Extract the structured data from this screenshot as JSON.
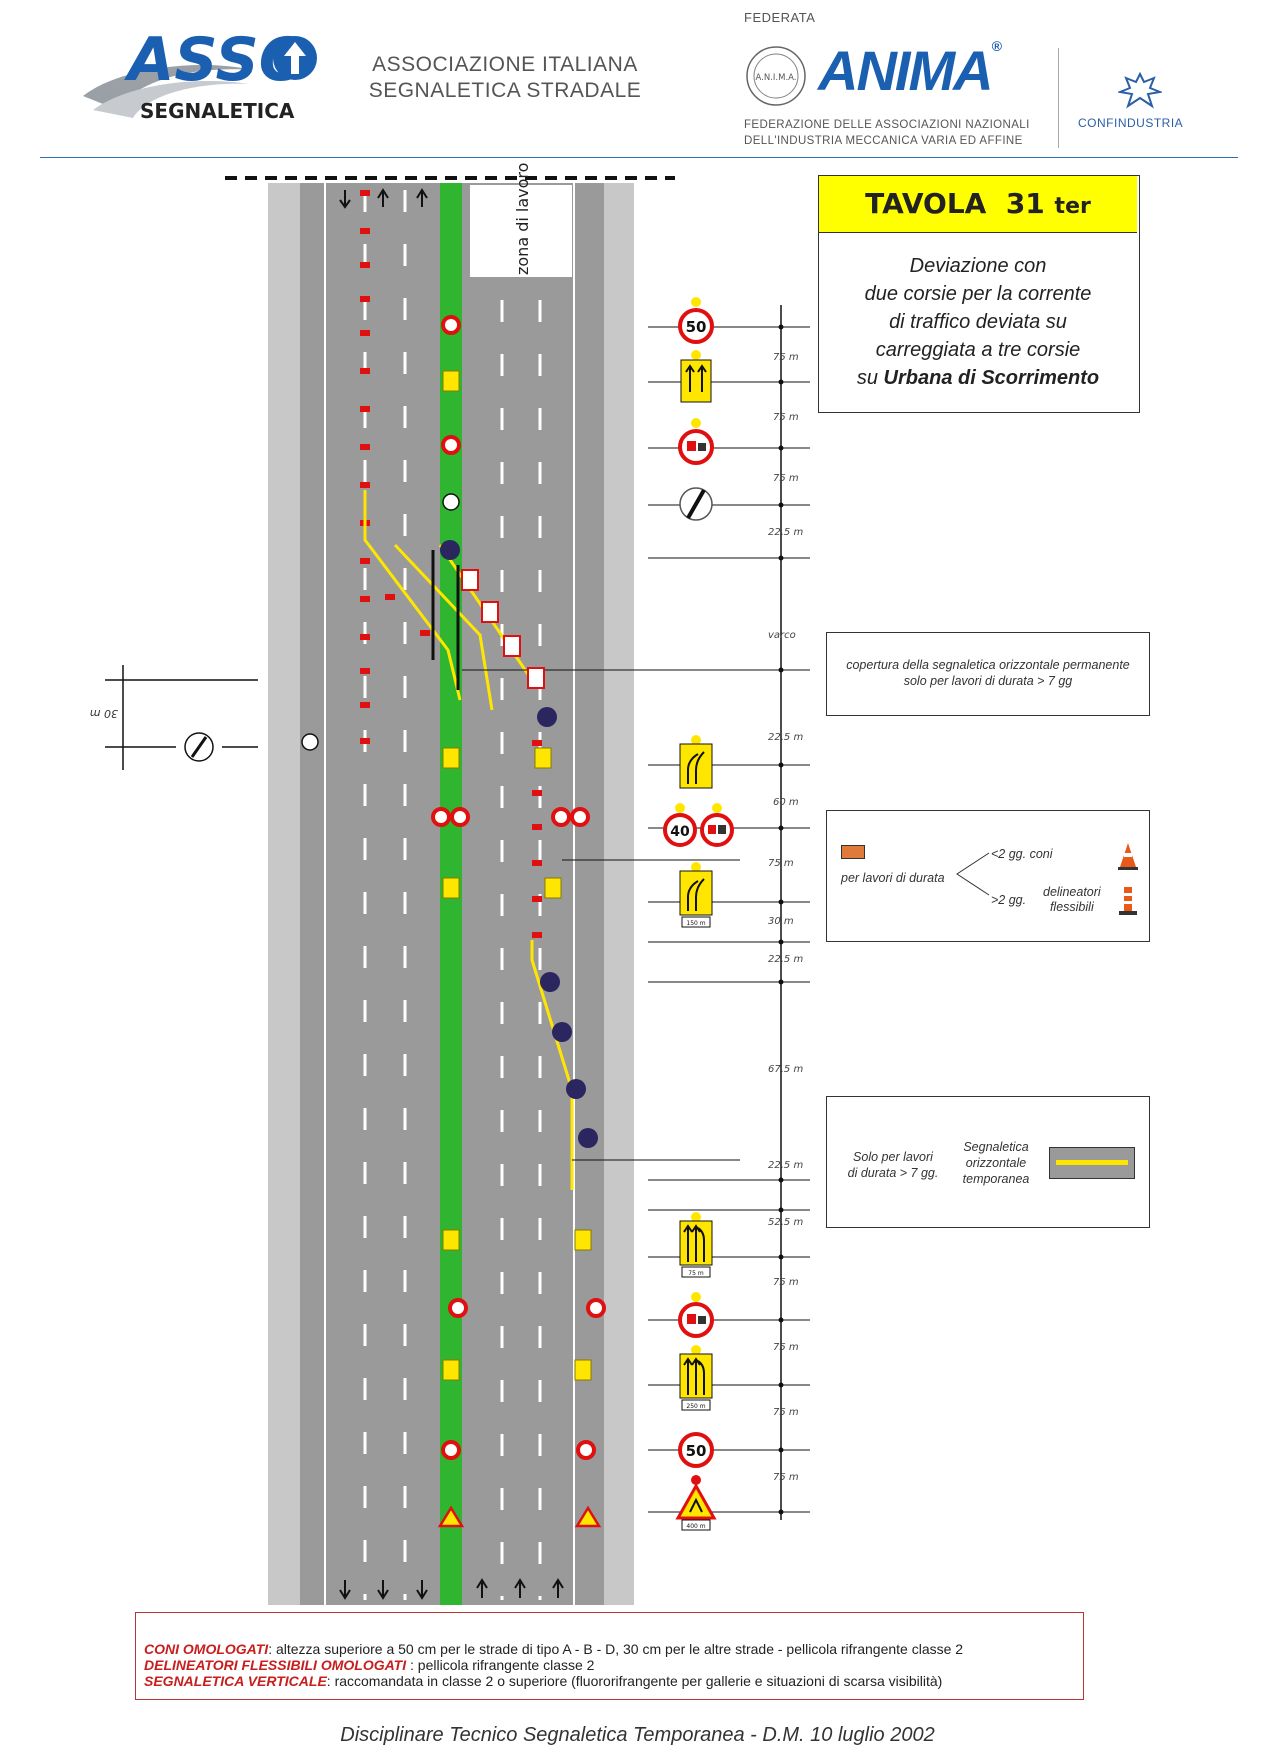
{
  "header": {
    "asso_logo_word": "ASSO",
    "asso_logo_sub": "SEGNALETICA",
    "association_line1": "ASSOCIAZIONE ITALIANA",
    "association_line2": "SEGNALETICA STRADALE",
    "federata": "FEDERATA",
    "anima_seal_text": "A.N.I.M.A.",
    "anima_word": "ANIMA",
    "anima_reg": "®",
    "anima_sub_line1": "FEDERAZIONE DELLE ASSOCIAZIONI NAZIONALI",
    "anima_sub_line2": "DELL'INDUSTRIA MECCANICA VARIA ED AFFINE",
    "confindustria": "CONFINDUSTRIA"
  },
  "tavola": {
    "title": "TAVOLA",
    "number": "31",
    "suffix": "ter",
    "desc_line1": "Deviazione con",
    "desc_line2": "due corsie per la corrente",
    "desc_line3": "di traffico deviata su",
    "desc_line4": "carreggiata a tre corsie",
    "desc_line5_prefix": "su ",
    "desc_line5_bold": "Urbana di Scorrimento"
  },
  "road": {
    "work_zone_label": "zona di lavoro",
    "left_distance": "30 m"
  },
  "signs": {
    "speed_50": "50",
    "speed_40": "40",
    "plate_150": "150 m",
    "plate_75": "75 m",
    "plate_250": "250 m",
    "plate_400": "400 m"
  },
  "distances": [
    {
      "label": "75 m"
    },
    {
      "label": "75 m"
    },
    {
      "label": "75 m"
    },
    {
      "label": "22,5 m"
    },
    {
      "label": "varco"
    },
    {
      "label": "22,5 m"
    },
    {
      "label": "60 m"
    },
    {
      "label": "75 m"
    },
    {
      "label": "30 m"
    },
    {
      "label": "22,5 m"
    },
    {
      "label": "67,5 m"
    },
    {
      "label": "22,5 m"
    },
    {
      "label": "52,5 m"
    },
    {
      "label": "75 m"
    },
    {
      "label": "75 m"
    },
    {
      "label": "75 m"
    },
    {
      "label": "75 m"
    }
  ],
  "notes": {
    "cover_line1": "copertura della segnaletica orizzontale permanente",
    "cover_line2": "solo per lavori di durata > 7 gg",
    "duration_label": "per lavori di durata",
    "lt2": "<2 gg. coni",
    "gt2_prefix": ">2 gg.",
    "gt2_line1": "delineatori",
    "gt2_line2": "flessibili",
    "temp_left_line1": "Solo per lavori",
    "temp_left_line2": "di durata > 7 gg.",
    "temp_right_line1": "Segnaletica",
    "temp_right_line2": "orizzontale",
    "temp_right_line3": "temporanea"
  },
  "legend": {
    "coni_key": "CONI OMOLOGATI",
    "coni_text": ": altezza superiore a 50 cm per le strade di tipo A - B - D, 30 cm per le altre strade - pellicola rifrangente classe 2",
    "delin_key": "DELINEATORI FLESSIBILI OMOLOGATI",
    "delin_text": " :  pellicola rifrangente classe 2",
    "segn_key": "SEGNALETICA VERTICALE",
    "segn_text": ": raccomandata in classe 2 o superiore (fluororifrangente per gallerie e situazioni di scarsa visibilità)"
  },
  "footer": "Disciplinare Tecnico Segnaletica Temporanea - D.M.  10 luglio 2002",
  "colors": {
    "asphalt": "#9a9a9a",
    "shoulder": "#c8c8c8",
    "median": "#2fb52f",
    "yellow": "#ffe600",
    "red": "#e01010",
    "navy": "#2b2560",
    "accent_blue": "#1b5fb0"
  }
}
